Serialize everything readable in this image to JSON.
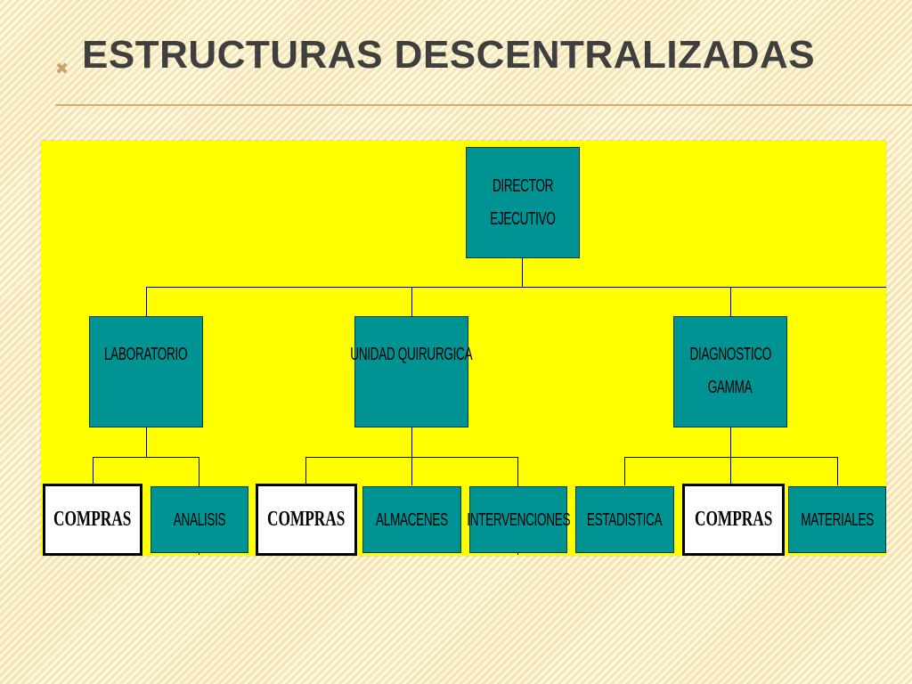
{
  "slide": {
    "title": "ESTRUCTURAS DESCENTRALIZADAS",
    "bullet_icon": "x-bullet-icon"
  },
  "org_chart": {
    "director": [
      "DIRECTOR",
      "EJECUTIVO"
    ],
    "departments": [
      {
        "name": [
          "LABORATORIO"
        ],
        "units": [
          {
            "label": "COMPRAS",
            "highlight": true
          },
          {
            "label": "ANALISIS",
            "highlight": false
          }
        ]
      },
      {
        "name": [
          "UNIDAD QUIRURGICA"
        ],
        "units": [
          {
            "label": "COMPRAS",
            "highlight": true
          },
          {
            "label": "ALMACENES",
            "highlight": false
          },
          {
            "label": "INTERVENCIONES",
            "highlight": false
          }
        ]
      },
      {
        "name": [
          "DIAGNOSTICO",
          "GAMMA"
        ],
        "units": [
          {
            "label": "ESTADISTICA",
            "highlight": false
          },
          {
            "label": "COMPRAS",
            "highlight": true
          },
          {
            "label": "MATERIALES",
            "highlight": false
          }
        ]
      }
    ]
  },
  "colors": {
    "canvas": "#ffff00",
    "node_fill": "#009393",
    "highlight_fill": "#ffffff",
    "title_rule": "#e0a66a",
    "title_text": "#3f3f3f"
  }
}
